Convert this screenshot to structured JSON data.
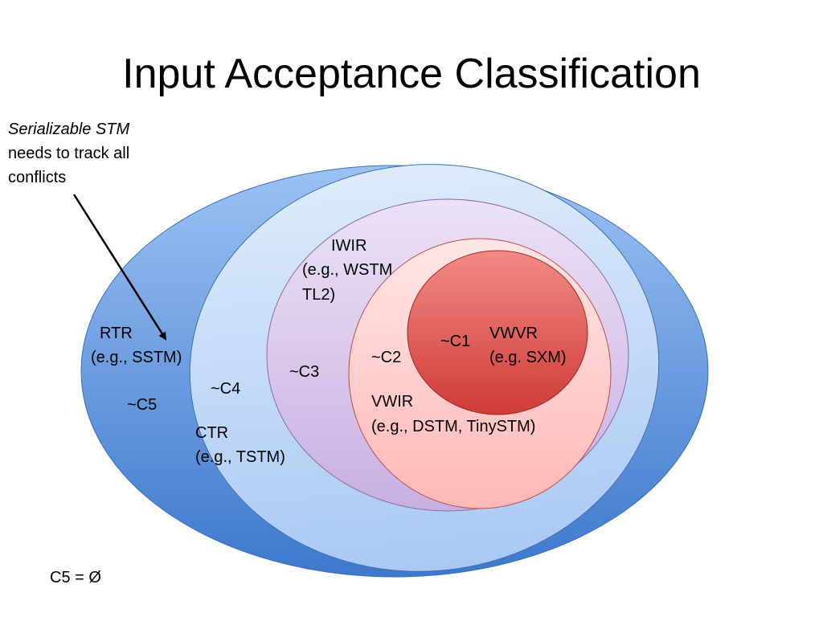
{
  "title": "Input Acceptance Classification",
  "note": {
    "line1": "Serializable STM",
    "line2": "needs to track all",
    "line3": "conflicts"
  },
  "footer": "C5 = Ø",
  "regions": {
    "rtr": {
      "name": "RTR",
      "example": "(e.g., SSTM)",
      "complement": "~C5"
    },
    "ctr": {
      "name": "CTR",
      "example": "(e.g., TSTM)",
      "complement": "~C4"
    },
    "iwir": {
      "name": "IWIR",
      "example": "(e.g., WSTM",
      "example2": "TL2)",
      "complement": "~C3"
    },
    "vwir": {
      "name": "VWIR",
      "example": "(e.g., DSTM, TinySTM)",
      "complement": "~C2"
    },
    "vwvr": {
      "name": "VWVR",
      "example": "(e.g. SXM)",
      "complement": "~C1"
    }
  },
  "colors": {
    "outer": "#4a86d4",
    "ctr": "#c6dcf8",
    "iwir": "#d8c6ee",
    "vwir": "#ffc6c4",
    "vwvr": "#d8403c"
  }
}
